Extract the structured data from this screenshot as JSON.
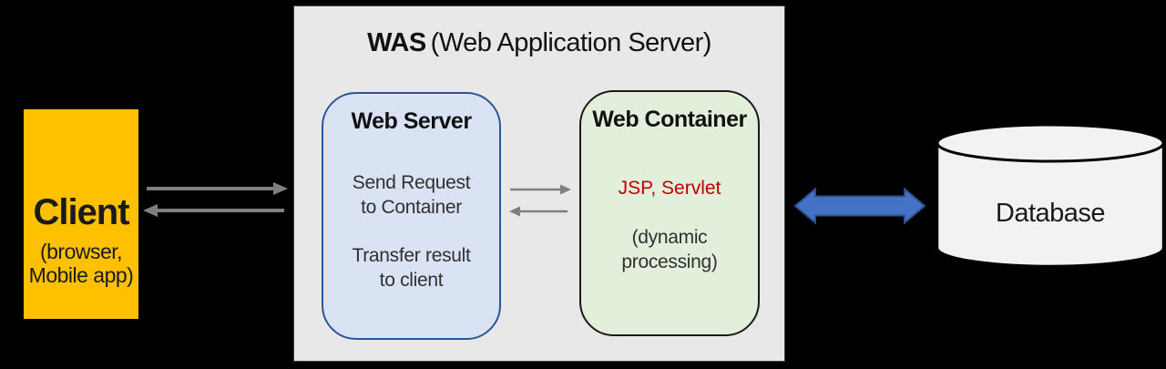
{
  "colors": {
    "background": "#000000",
    "client_fill": "#ffc000",
    "was_fill": "#e8e8e8",
    "was_border": "#3f3f3f",
    "web_server_fill": "#dae3f3",
    "web_server_border": "#2e5597",
    "web_container_fill": "#e2efda",
    "web_container_border": "#1a1a1a",
    "highlight_text": "#c00000",
    "gray_arrow": "#7f7f7f",
    "blue_arrow_fill": "#4472c4",
    "blue_arrow_border": "#2f528f",
    "database_fill": "#f2f2f2",
    "database_border": "#000000"
  },
  "client": {
    "title": "Client",
    "subtitle_lines": [
      "(browser,",
      "Mobile app)"
    ]
  },
  "was": {
    "acronym": "WAS",
    "title_rest": "(Web Application Server)"
  },
  "web_server": {
    "title": "Web Server",
    "note1_lines": [
      "Send Request",
      "to Container"
    ],
    "note2_lines": [
      "Transfer result",
      "to client"
    ]
  },
  "web_container": {
    "title": "Web Container",
    "highlight": "JSP, Servlet",
    "note_lines": [
      "(dynamic",
      "processing)"
    ]
  },
  "database": {
    "label": "Database"
  }
}
